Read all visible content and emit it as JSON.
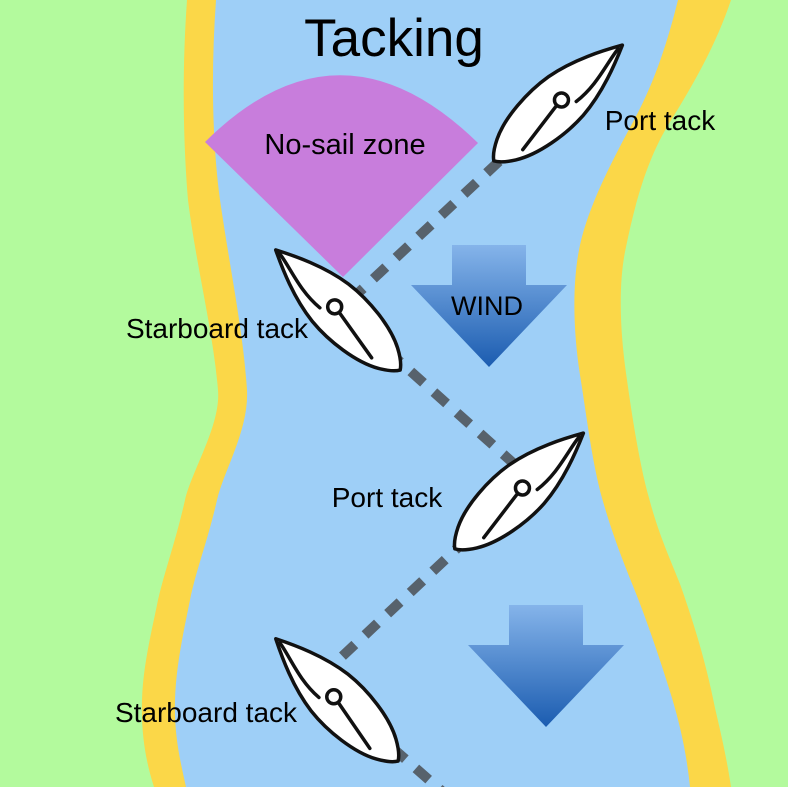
{
  "title": "Tacking",
  "zone": {
    "label": "No-sail zone"
  },
  "wind": {
    "label": "WIND"
  },
  "boats": [
    {
      "id": "top",
      "label": "Port tack"
    },
    {
      "id": "upper-middle",
      "label": "Starboard tack"
    },
    {
      "id": "lower-middle",
      "label": "Port tack"
    },
    {
      "id": "bottom",
      "label": "Starboard tack"
    }
  ],
  "colors": {
    "water": "#9ecff7",
    "land": "#b3fa9d",
    "shore": "#fbd748",
    "no_sail_zone": "#c87ddc",
    "path_dash": "#57626c",
    "wind_gradient_top": "#85b4ea",
    "wind_gradient_bottom": "#1b5cb0",
    "boat_fill": "#ffffff",
    "boat_stroke": "#111111"
  }
}
